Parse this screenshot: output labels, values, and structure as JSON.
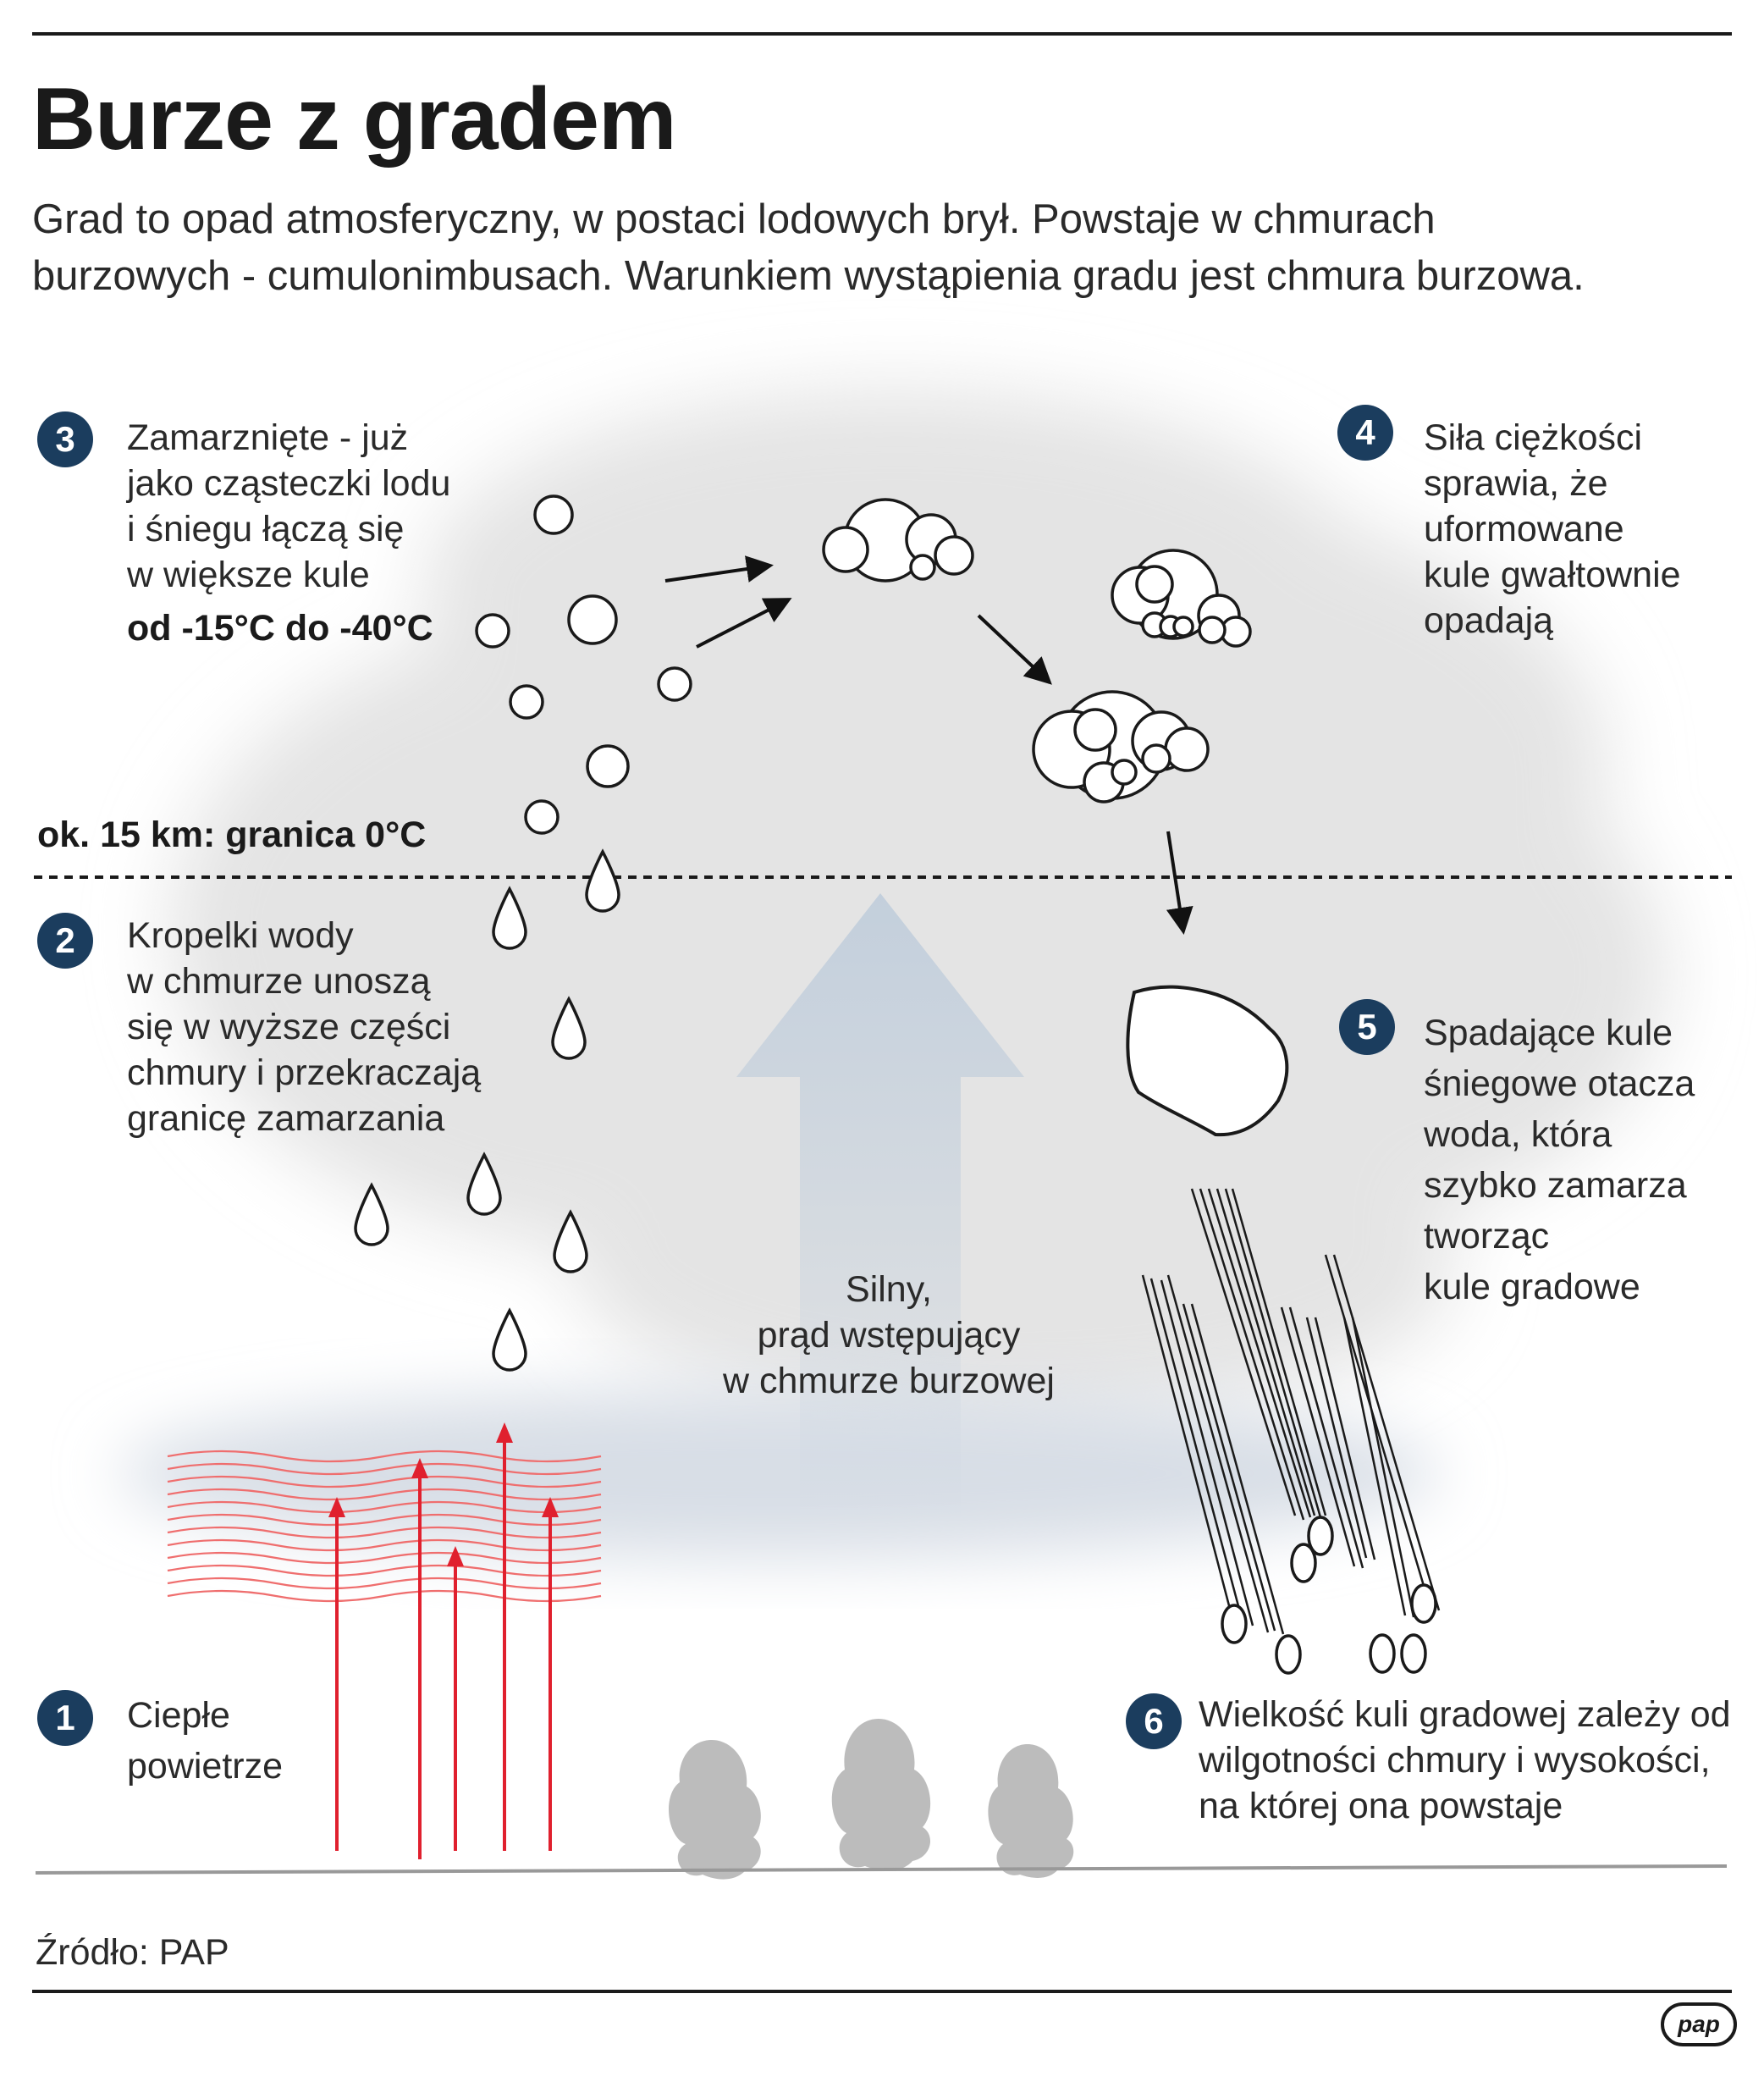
{
  "title": "Burze z gradem",
  "intro": "Grad to opad atmosferyczny, w postaci lodowych brył. Powstaje w chmurach burzowych - cumulonimbusach. Warunkiem wystąpienia gradu jest chmura burzowa.",
  "steps": [
    {
      "num": "1",
      "text": "Ciepłe\npowietrze"
    },
    {
      "num": "2",
      "text": "Kropelki wody\nw chmurze unoszą\nsię w wyższe części\nchmury i przekraczają\ngranicę zamarzania"
    },
    {
      "num": "3",
      "text": "Zamarznięte - już\njako cząsteczki lodu\ni śniegu łączą się\nw większe kule",
      "temp": "od -15°C do -40°C"
    },
    {
      "num": "4",
      "text": "Siła ciężkości\nsprawia, że\nuformowane\nkule gwałtownie\nopadają"
    },
    {
      "num": "5",
      "text": "Spadające kule\nśniegowe otacza\nwoda, która\nszybko zamarza\ntworząc\nkule gradowe"
    },
    {
      "num": "6",
      "text": "Wielkość kuli gradowej zależy od\nwilgotności chmury i wysokości,\nna której ona powstaje"
    }
  ],
  "boundary_label": "ok. 15 km: granica 0°C",
  "updraft_label": "Silny,\nprąd wstępujący\nw chmurze burzowej",
  "source": "Źródło: PAP",
  "logo": "pap",
  "colors": {
    "step_badge": "#1b3d5e",
    "warm_air": "#e0202e",
    "cloud": "#e6e6e6",
    "updraft": "#c5d0dd",
    "trees": "#bcbcbc"
  },
  "icons": [
    "ice-particle-icon",
    "snowball-cluster-icon",
    "water-droplet-icon",
    "hailstone-icon",
    "tree-icon",
    "arrow-icon",
    "heat-wave-icon"
  ]
}
